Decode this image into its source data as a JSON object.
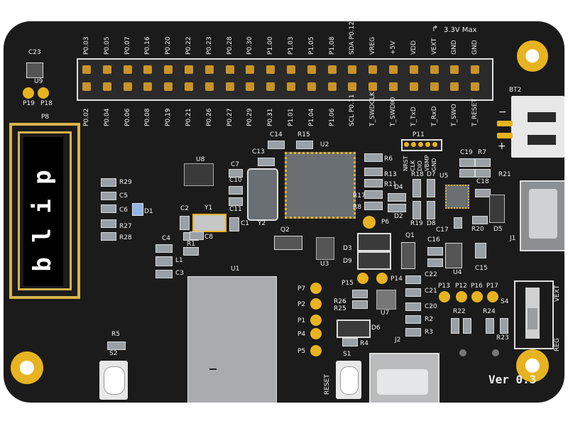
{
  "board": {
    "header_top_labels": [
      "P0.03",
      "P0.05",
      "P0.07",
      "P0.16",
      "P0.20",
      "P0.22",
      "P0.23",
      "P0.28",
      "P0.30",
      "P1.00",
      "P1.03",
      "P1.05",
      "P1.08",
      "SDA P0.12",
      "VREG",
      "+5V",
      "VDD",
      "VEXT",
      "GND",
      "GND"
    ],
    "header_bottom_labels": [
      "P0.02",
      "P0.04",
      "P0.06",
      "P0.08",
      "P0.19",
      "P0.21",
      "P0.26",
      "P0.27",
      "P0.29",
      "P0.31",
      "P1.01",
      "P1.04",
      "P1.06",
      "SCL P0.11",
      "T_SWDCLK",
      "T_SWDIO",
      "T_TxD",
      "T_RxD",
      "T_SWO",
      "T_RESET"
    ],
    "voltage_note": "3.3V Max",
    "antenna_text": "b l i p",
    "version": "Ver 0.3",
    "switch_labels": {
      "vext": "VEXT",
      "reg": "REG"
    },
    "button_labels": {
      "reset": "RESET"
    },
    "p11_labels": [
      "NRST",
      "CLK",
      "DIO",
      "VBMP",
      "GND"
    ],
    "refdes": {
      "c23": "C23",
      "u9": "U9",
      "p19": "P19",
      "p18": "P18",
      "p8": "P8",
      "r29": "R29",
      "c5": "C5",
      "c6": "C6",
      "d1": "D1",
      "r27": "R27",
      "r28": "R28",
      "u8": "U8",
      "c7": "C7",
      "c10": "C10",
      "c11": "C11",
      "c2": "C2",
      "y1": "Y1",
      "r1": "R1",
      "c8": "C8",
      "c4": "C4",
      "l1": "L1",
      "c3": "C3",
      "c14": "C14",
      "r15": "R15",
      "c13": "C13",
      "u2": "U2",
      "y2": "Y2",
      "c1": "C1",
      "q2": "Q2",
      "u3": "U3",
      "r6": "R6",
      "r13": "R13",
      "r11": "R11",
      "r17": "R17",
      "r8": "R8",
      "d4": "D4",
      "d2": "D2",
      "p6": "P6",
      "p11": "P11",
      "r18": "R18",
      "d7": "D7",
      "r19": "R19",
      "d8": "D8",
      "u5": "U5",
      "c19": "C19",
      "r7": "R7",
      "c18": "C18",
      "r21": "R21",
      "c17": "C17",
      "r20": "R20",
      "d5": "D5",
      "j1": "J1",
      "bt2": "BT2",
      "d3": "D3",
      "d9": "D9",
      "q1": "Q1",
      "c16": "C16",
      "u4": "U4",
      "c15": "C15",
      "u1": "U1",
      "p7": "P7",
      "p2": "P2",
      "p1": "P1",
      "p4": "P4",
      "p5": "P5",
      "p15": "P15",
      "p14": "P14",
      "r26": "R26",
      "r25": "R25",
      "u7": "U7",
      "d6": "D6",
      "r4": "R4",
      "c22": "C22",
      "c21": "C21",
      "c20": "C20",
      "r2": "R2",
      "r3": "R3",
      "p13": "P13",
      "p12": "P12",
      "p16": "P16",
      "p17": "P17",
      "r22": "R22",
      "r24": "R24",
      "r23": "R23",
      "s4": "S4",
      "r5": "R5",
      "s2": "S2",
      "s1": "S1",
      "j2": "J2"
    }
  }
}
